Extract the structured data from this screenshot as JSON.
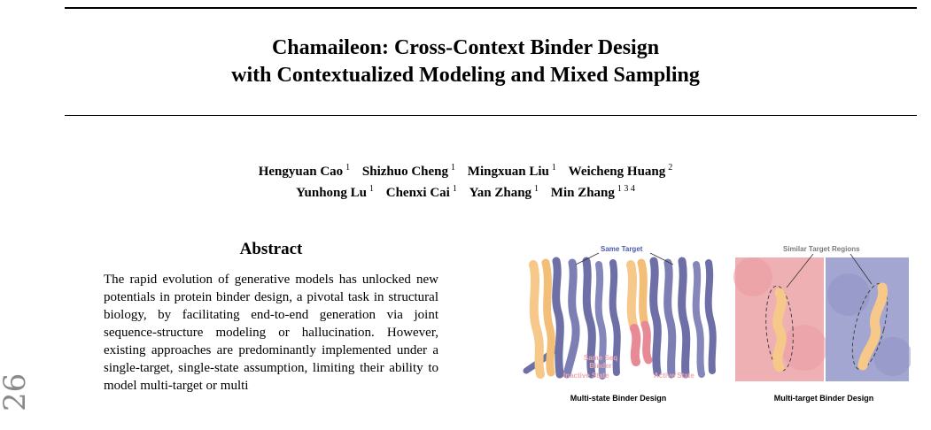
{
  "title": {
    "line1": "Chamaileon: Cross-Context Binder Design",
    "line2": "with Contextualized Modeling and Mixed Sampling"
  },
  "authors": {
    "line1": [
      {
        "name": "Hengyuan Cao",
        "aff": "1"
      },
      {
        "name": "Shizhuo Cheng",
        "aff": "1"
      },
      {
        "name": "Mingxuan Liu",
        "aff": "1"
      },
      {
        "name": "Weicheng Huang",
        "aff": "2"
      }
    ],
    "line2": [
      {
        "name": "Yunhong Lu",
        "aff": "1"
      },
      {
        "name": "Chenxi Cai",
        "aff": "1"
      },
      {
        "name": "Yan Zhang",
        "aff": "1"
      },
      {
        "name": "Min Zhang",
        "aff": "1 3 4"
      }
    ]
  },
  "abstract": {
    "heading": "Abstract",
    "text": "The rapid evolution of generative models has unlocked new potentials in protein binder design, a pivotal task in structural biology, by facilitating end-to-end generation via joint sequence-structure modeling or hallucination.  However, existing approaches are predominantly implemented under a single-target, single-state assumption, limiting their ability to model multi-target or multi"
  },
  "arxiv_id_fragment": "26",
  "figure": {
    "labels": {
      "same_target": "Same Target",
      "similar_regions": "Similar Target Regions",
      "same_seq_binder_1": "Same Seq",
      "same_seq_binder_2": "Binder",
      "inactive_state": "Inactive State",
      "active_state": "Active State"
    },
    "captions": {
      "left": "Multi-state Binder Design",
      "right": "Multi-target Binder Design"
    },
    "colors": {
      "binder": "#f6c98a",
      "target": "#6d6fa6",
      "active_binder": "#e88a96",
      "label_blue": "#4d5ba8",
      "label_pink": "#f0a8b0",
      "surface_pink": "#efb0b4",
      "surface_blue": "#a4a6d2",
      "label_gray": "#7a7a7a"
    }
  }
}
